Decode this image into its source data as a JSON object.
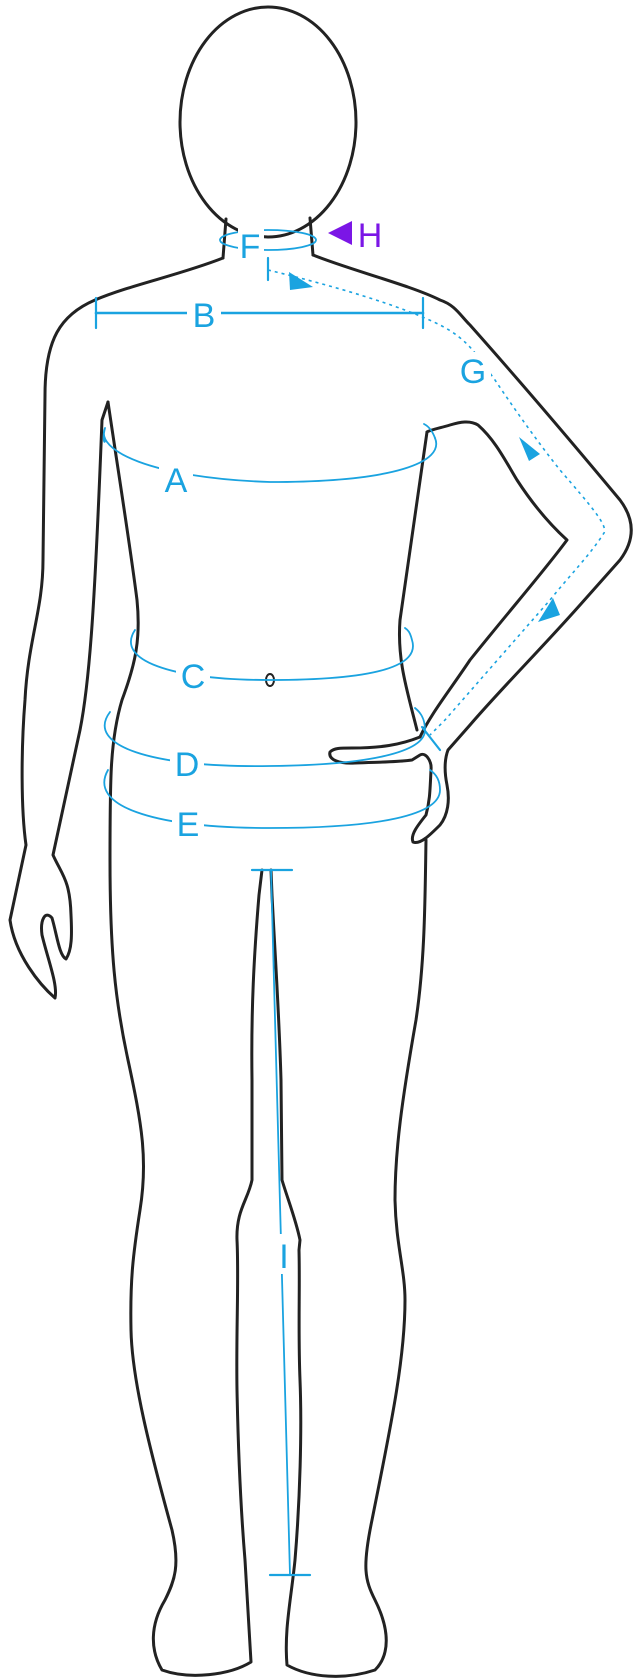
{
  "colors": {
    "outline": "#222222",
    "measure": "#1aa3e0",
    "highlight": "#7b16e6",
    "background": "#ffffff"
  },
  "labels": {
    "A": "A",
    "B": "B",
    "C": "C",
    "D": "D",
    "E": "E",
    "F": "F",
    "G": "G",
    "H": "H",
    "I": "I"
  }
}
